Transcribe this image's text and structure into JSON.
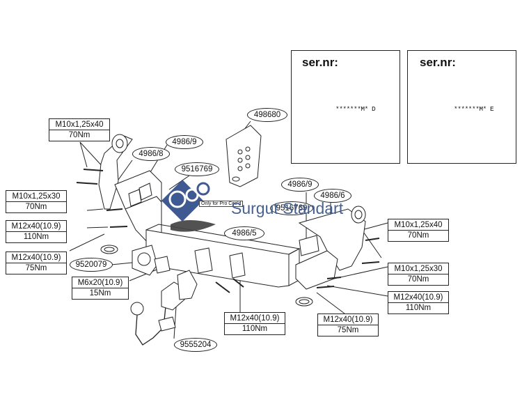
{
  "warning_panels": [
    {
      "label": "ser.nr:",
      "code": "*******M* D"
    },
    {
      "label": "ser.nr:",
      "code": "*******M* E"
    }
  ],
  "part_numbers": {
    "p498680": "498680",
    "p4986_8": "4986/8",
    "p4986_9_left": "4986/9",
    "p9516769_left": "9516769",
    "p4986_9_right": "4986/9",
    "p4986_6": "4986/6",
    "p9516769_right": "9516769",
    "p4986_5": "4986/5",
    "p9520079": "9520079",
    "p9555204": "9555204"
  },
  "torque_labels": [
    {
      "bolt": "M10x1,25x40",
      "torque": "70Nm"
    },
    {
      "bolt": "M10x1,25x30",
      "torque": "70Nm"
    },
    {
      "bolt": "M12x40(10.9)",
      "torque": "110Nm"
    },
    {
      "bolt": "M12x40(10.9)",
      "torque": "75Nm"
    },
    {
      "bolt": "M6x20(10.9)",
      "torque": "15Nm"
    },
    {
      "bolt": "M12x40(10.9)",
      "torque": "110Nm"
    },
    {
      "bolt": "M12x40(10.9)",
      "torque": "75Nm"
    },
    {
      "bolt": "M10x1,25x40",
      "torque": "70Nm"
    },
    {
      "bolt": "M10x1,25x30",
      "torque": "70Nm"
    },
    {
      "bolt": "M12x40(10.9)",
      "torque": "110Nm"
    }
  ],
  "watermark": "Surgut Standart",
  "only_for_note": "Only for Pro Cee'd",
  "colors": {
    "line": "#222222",
    "logo_blue": "#2f4c8a"
  }
}
